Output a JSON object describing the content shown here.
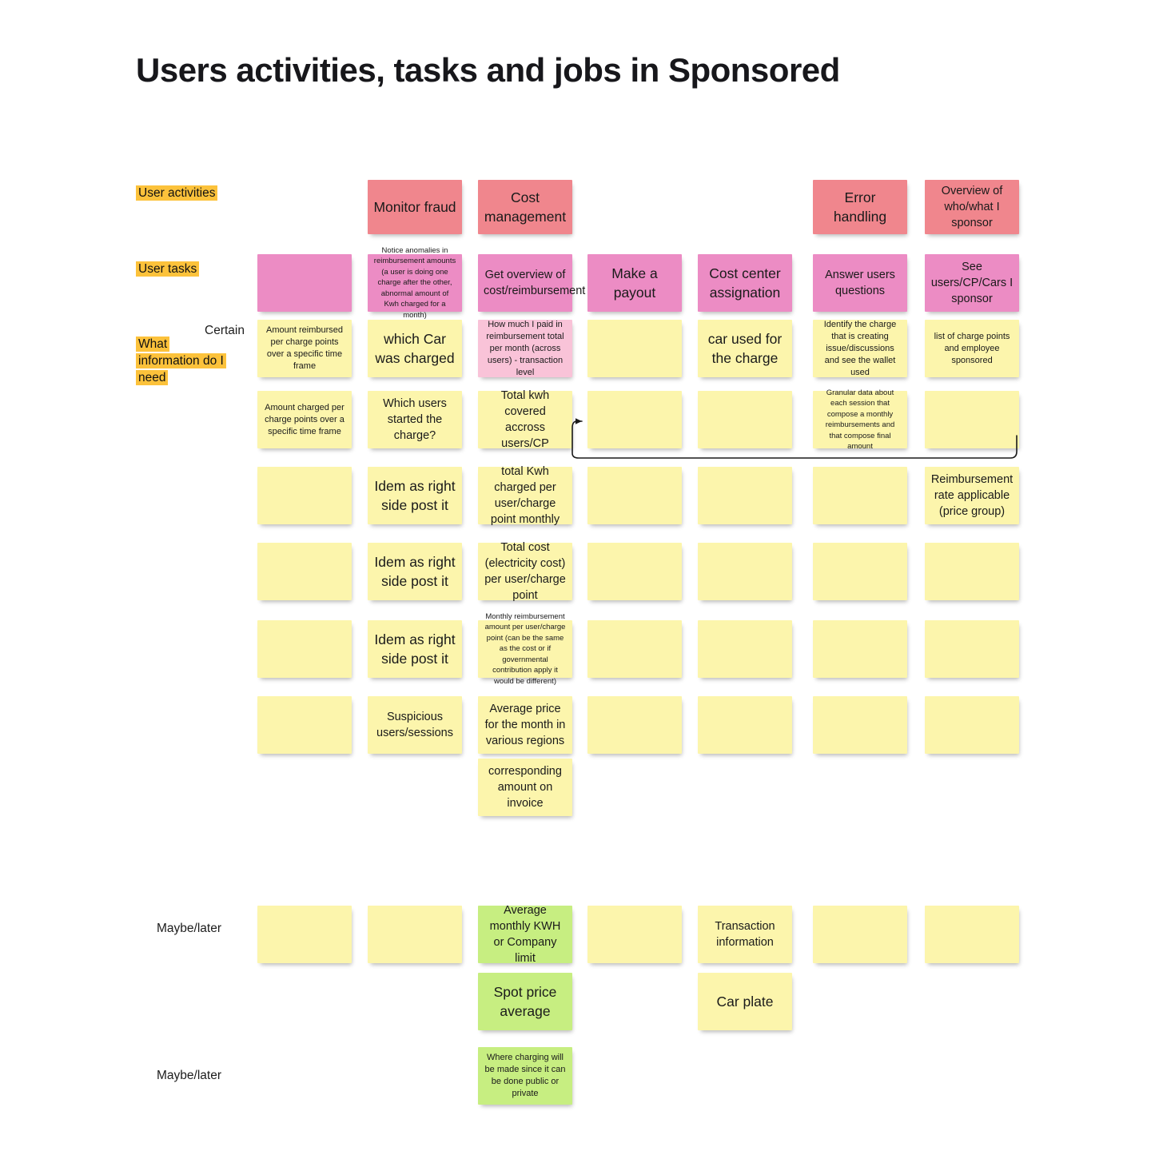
{
  "board": {
    "title": "Users activities, tasks and jobs in Sponsored",
    "colors": {
      "activity": "#F0868D",
      "task": "#EC8CC4",
      "task_light": "#F9C3D8",
      "info": "#FCF5AC",
      "maybe": "#C7EE81",
      "highlight": "#FCC23B",
      "text": "#1a1a1a"
    }
  },
  "row_labels": {
    "user_activities": "User activities",
    "user_tasks": "User tasks",
    "what_information": "What information do I need",
    "certain": "Certain",
    "maybe_later_1": "Maybe/later",
    "maybe_later_2": "Maybe/later"
  },
  "columns": [
    {
      "index": 1,
      "activity": "",
      "task": ""
    },
    {
      "index": 2,
      "activity": "Monitor fraud",
      "task": "Notice anomalies in reimbursement amounts (a user is doing one charge after the other, abnormal amount of Kwh charged for a month)"
    },
    {
      "index": 3,
      "activity": "Cost management",
      "task": "Get overview of cost/reimbursement"
    },
    {
      "index": 4,
      "activity": "",
      "task": "Make a payout"
    },
    {
      "index": 5,
      "activity": "",
      "task": "Cost center assignation"
    },
    {
      "index": 6,
      "activity": "Error handling",
      "task": "Answer users questions"
    },
    {
      "index": 7,
      "activity": "Overview of who/what I sponsor",
      "task": "See users/CP/Cars I sponsor"
    }
  ],
  "activities": [
    {
      "col": 2,
      "label": "Monitor fraud",
      "size": "lg"
    },
    {
      "col": 3,
      "label": "Cost management",
      "size": "lg"
    },
    {
      "col": 6,
      "label": "Error handling",
      "size": "lg"
    },
    {
      "col": 7,
      "label": "Overview of who/what I sponsor",
      "size": "md"
    }
  ],
  "tasks": [
    {
      "col": 1,
      "label": "",
      "size": "md"
    },
    {
      "col": 2,
      "label": "Notice anomalies in reimbursement amounts (a user is doing one charge after the other, abnormal amount of Kwh charged for a month)",
      "size": "xs"
    },
    {
      "col": 3,
      "label": "Get overview of cost/reimbursement",
      "size": "md"
    },
    {
      "col": 4,
      "label": "Make a payout",
      "size": "lg"
    },
    {
      "col": 5,
      "label": "Cost center assignation",
      "size": "lg"
    },
    {
      "col": 6,
      "label": "Answer users questions",
      "size": "md"
    },
    {
      "col": 7,
      "label": "See users/CP/Cars I sponsor",
      "size": "md"
    }
  ],
  "info_rows": [
    {
      "row": 1,
      "notes": [
        {
          "col": 1,
          "label": "Amount reimbursed per charge points over a specific time frame",
          "size": "sm",
          "color": "info"
        },
        {
          "col": 2,
          "label": "which Car was charged",
          "size": "lg",
          "color": "info"
        },
        {
          "col": 3,
          "label": "How much I paid in reimbursement total per month (across users) - transaction level",
          "size": "sm",
          "color": "task_light"
        },
        {
          "col": 4,
          "label": "",
          "size": "md",
          "color": "info"
        },
        {
          "col": 5,
          "label": "car used for the charge",
          "size": "lg",
          "color": "info"
        },
        {
          "col": 6,
          "label": "Identify the charge that is creating issue/discussions and see the wallet used",
          "size": "sm",
          "color": "info"
        },
        {
          "col": 7,
          "label": "list of charge points and employee sponsored",
          "size": "sm",
          "color": "info"
        }
      ]
    },
    {
      "row": 2,
      "notes": [
        {
          "col": 1,
          "label": "Amount charged per charge points over a specific time frame",
          "size": "sm",
          "color": "info"
        },
        {
          "col": 2,
          "label": "Which users started the charge?",
          "size": "md",
          "color": "info"
        },
        {
          "col": 3,
          "label": "Total kwh covered accross users/CP",
          "size": "md",
          "color": "info"
        },
        {
          "col": 4,
          "label": "",
          "size": "md",
          "color": "info"
        },
        {
          "col": 5,
          "label": "",
          "size": "md",
          "color": "info"
        },
        {
          "col": 6,
          "label": "Granular data about each session that compose a monthly reimbursements and that compose final amount",
          "size": "xs",
          "color": "info"
        },
        {
          "col": 7,
          "label": "",
          "size": "md",
          "color": "info"
        }
      ]
    },
    {
      "row": 3,
      "notes": [
        {
          "col": 1,
          "label": "",
          "size": "md",
          "color": "info"
        },
        {
          "col": 2,
          "label": "Idem as right side post it",
          "size": "lg",
          "color": "info"
        },
        {
          "col": 3,
          "label": "total Kwh charged per user/charge point monthly",
          "size": "md",
          "color": "info"
        },
        {
          "col": 4,
          "label": "",
          "size": "md",
          "color": "info"
        },
        {
          "col": 5,
          "label": "",
          "size": "md",
          "color": "info"
        },
        {
          "col": 6,
          "label": "",
          "size": "md",
          "color": "info"
        },
        {
          "col": 7,
          "label": "Reimbursement rate applicable (price group)",
          "size": "md",
          "color": "info"
        }
      ]
    },
    {
      "row": 4,
      "notes": [
        {
          "col": 1,
          "label": "",
          "size": "md",
          "color": "info"
        },
        {
          "col": 2,
          "label": "Idem as right side post it",
          "size": "lg",
          "color": "info"
        },
        {
          "col": 3,
          "label": "Total cost (electricity cost) per user/charge point",
          "size": "md",
          "color": "info"
        },
        {
          "col": 4,
          "label": "",
          "size": "md",
          "color": "info"
        },
        {
          "col": 5,
          "label": "",
          "size": "md",
          "color": "info"
        },
        {
          "col": 6,
          "label": "",
          "size": "md",
          "color": "info"
        },
        {
          "col": 7,
          "label": "",
          "size": "md",
          "color": "info"
        }
      ]
    },
    {
      "row": 5,
      "notes": [
        {
          "col": 1,
          "label": "",
          "size": "md",
          "color": "info"
        },
        {
          "col": 2,
          "label": "Idem as right side post it",
          "size": "lg",
          "color": "info"
        },
        {
          "col": 3,
          "label": "Monthly reimbursement amount per user/charge point (can be the same as the cost or if governmental contribution apply it would be different)",
          "size": "xs",
          "color": "info"
        },
        {
          "col": 4,
          "label": "",
          "size": "md",
          "color": "info"
        },
        {
          "col": 5,
          "label": "",
          "size": "md",
          "color": "info"
        },
        {
          "col": 6,
          "label": "",
          "size": "md",
          "color": "info"
        },
        {
          "col": 7,
          "label": "",
          "size": "md",
          "color": "info"
        }
      ]
    },
    {
      "row": 6,
      "notes": [
        {
          "col": 1,
          "label": "",
          "size": "md",
          "color": "info"
        },
        {
          "col": 2,
          "label": "Suspicious users/sessions",
          "size": "md",
          "color": "info"
        },
        {
          "col": 3,
          "label": "Average price for the month in various regions",
          "size": "md",
          "color": "info"
        },
        {
          "col": 4,
          "label": "",
          "size": "md",
          "color": "info"
        },
        {
          "col": 5,
          "label": "",
          "size": "md",
          "color": "info"
        },
        {
          "col": 6,
          "label": "",
          "size": "md",
          "color": "info"
        },
        {
          "col": 7,
          "label": "",
          "size": "md",
          "color": "info"
        }
      ]
    },
    {
      "row": 7,
      "notes": [
        {
          "col": 3,
          "label": "corresponding amount on invoice",
          "size": "md",
          "color": "info"
        }
      ]
    }
  ],
  "maybe_rows": [
    {
      "row": 1,
      "notes": [
        {
          "col": 1,
          "label": "",
          "size": "md",
          "color": "info"
        },
        {
          "col": 2,
          "label": "",
          "size": "md",
          "color": "info"
        },
        {
          "col": 3,
          "label": "Average monthly KWH or Company limit",
          "size": "md",
          "color": "maybe"
        },
        {
          "col": 4,
          "label": "",
          "size": "md",
          "color": "info"
        },
        {
          "col": 5,
          "label": "Transaction information",
          "size": "md",
          "color": "info"
        },
        {
          "col": 6,
          "label": "",
          "size": "md",
          "color": "info"
        },
        {
          "col": 7,
          "label": "",
          "size": "md",
          "color": "info"
        }
      ]
    },
    {
      "row": 2,
      "notes": [
        {
          "col": 3,
          "label": "Spot price average",
          "size": "lg",
          "color": "maybe"
        },
        {
          "col": 5,
          "label": "Car plate",
          "size": "lg",
          "color": "info"
        }
      ]
    },
    {
      "row": 3,
      "notes": [
        {
          "col": 3,
          "label": "Where charging will be made since it can be done public or private",
          "size": "sm",
          "color": "maybe"
        }
      ]
    }
  ],
  "connector": {
    "name": "granular-data-to-total-kwh-arrow",
    "from": "Granular data about each session that compose a monthly reimbursements and that compose final amount",
    "to": "Total kwh covered accross users/CP",
    "stroke": "#1a1a1a"
  }
}
